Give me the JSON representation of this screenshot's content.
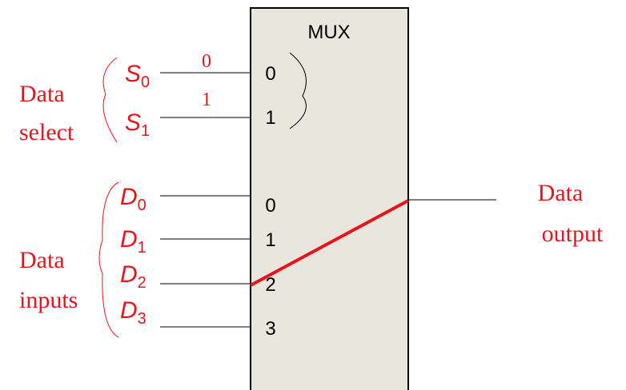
{
  "colors": {
    "box_fill": "#e8e6dd",
    "stroke": "#000000",
    "accent": "#e8141c"
  },
  "mux": {
    "title": "MUX",
    "select_pins": [
      "0",
      "1"
    ],
    "input_pins": [
      "0",
      "1",
      "2",
      "3"
    ]
  },
  "select": {
    "group_label_line1": "Data",
    "group_label_line2": "select",
    "signals": [
      {
        "letter": "S",
        "sub": "0",
        "value": "0"
      },
      {
        "letter": "S",
        "sub": "1",
        "value": "1"
      }
    ]
  },
  "inputs": {
    "group_label_line1": "Data",
    "group_label_line2": "inputs",
    "signals": [
      {
        "letter": "D",
        "sub": "0"
      },
      {
        "letter": "D",
        "sub": "1"
      },
      {
        "letter": "D",
        "sub": "2"
      },
      {
        "letter": "D",
        "sub": "3"
      }
    ]
  },
  "output": {
    "label_line1": "Data",
    "label_line2": "output"
  },
  "selected_input_index": 2
}
